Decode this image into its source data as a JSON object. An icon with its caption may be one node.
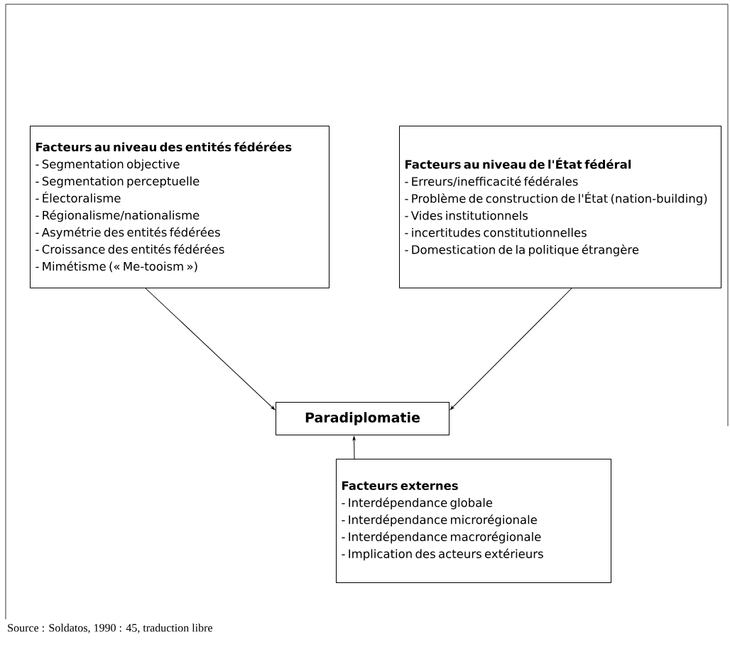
{
  "diagram": {
    "caption": "Source : Soldatos, 1990 : 45, traduction libre",
    "nodes": [
      {
        "text": [
          "Facteurs au niveau des entités fédérées",
          "- Segmentation objective",
          "- Segmentation perceptuelle",
          "- Électoralisme",
          "- Régionalisme/nationalisme",
          "- Asymétrie des entités fédérées",
          "- Croissance des entités fédérées",
          "- Mimétisme (« Me-tooism »)"
        ]
      },
      {
        "text": [
          "Facteurs au niveau de l'État fédéral",
          "- Erreurs/inefficacité fédérales",
          "- Problème de construction de l'État (nation-building)",
          "- Vides institutionnels",
          "- incertitudes constitutionnelles",
          "- Domestication de la politique étrangère"
        ]
      },
      {
        "text": [
          "Paradiplomatie"
        ]
      },
      {
        "text": [
          "Facteurs externes",
          "- Interdépendance globale",
          "- Interdépendance microrégionale",
          "- Interdépendance macrorégionale",
          "- Implication des acteurs extérieurs"
        ]
      }
    ],
    "edges": [
      {
        "from": 0,
        "to": 2,
        "arrow": "to"
      },
      {
        "from": 1,
        "to": 2,
        "arrow": "to"
      },
      {
        "from": 3,
        "to": 2,
        "arrow": "to"
      }
    ]
  }
}
